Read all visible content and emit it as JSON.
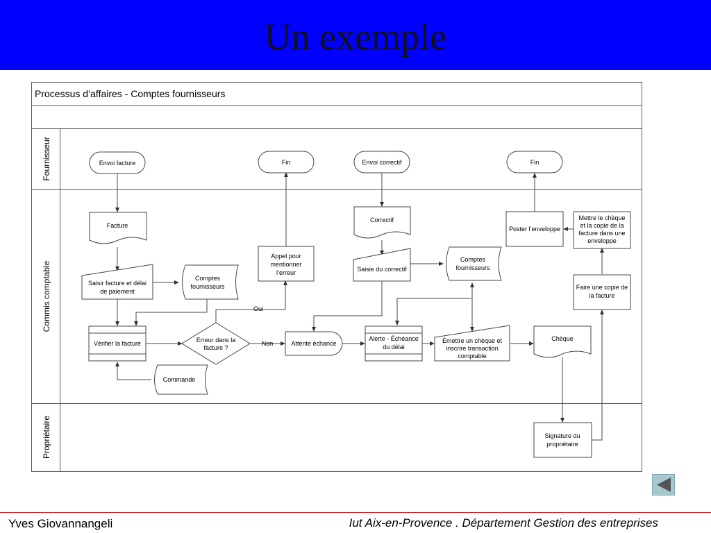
{
  "slide": {
    "title": "Un exemple",
    "footer_left": "Yves Giovannangeli",
    "footer_right": "Iut Aix-en-Provence . Département Gestion des entreprises",
    "back_button_icon": "triangle-left-icon"
  },
  "diagram": {
    "title": "Processus d’affaires - Comptes fournisseurs",
    "lanes": [
      "Fournisseur",
      "Commis comptable",
      "Propriétaire"
    ],
    "nodes": {
      "envoi_facture": "Envoi facture",
      "fin_1": "Fin",
      "envoi_correctif": "Envoi correctif",
      "fin_2": "Fin",
      "facture": "Facture",
      "saisir_facture": [
        "Saisir facture et délai",
        "de paiement"
      ],
      "comptes_fournisseurs_1": [
        "Comptes",
        "fournisseurs"
      ],
      "appel": [
        "Appel pour",
        "mentionner",
        "l’erreur"
      ],
      "correctif": "Correctif",
      "saisie_correctif": "Saisie du correctif",
      "comptes_fournisseurs_2": [
        "Comptes",
        "fournisseurs"
      ],
      "poster_enveloppe": "Poster l’enveloppe",
      "mettre_cheque": [
        "Mettre le chèque",
        "et la copie de la",
        "facture dans une",
        "enveloppe"
      ],
      "faire_copie": [
        "Faire une copie de",
        "la facture"
      ],
      "verifier_facture": "Vérifier la facture",
      "erreur": [
        "Erreur dans la",
        "facture ?"
      ],
      "attente": "Attente échance",
      "alerte": [
        "Alerte - Échéance",
        "du délai"
      ],
      "emettre": [
        "Émettre un chèque et",
        "inscrire transaction",
        "comptable"
      ],
      "cheque": "Chèque",
      "commande": "Commande",
      "signature": [
        "Signature du",
        "propriétaire"
      ]
    },
    "edge_labels": {
      "oui": "Oui",
      "non": "Non"
    }
  }
}
